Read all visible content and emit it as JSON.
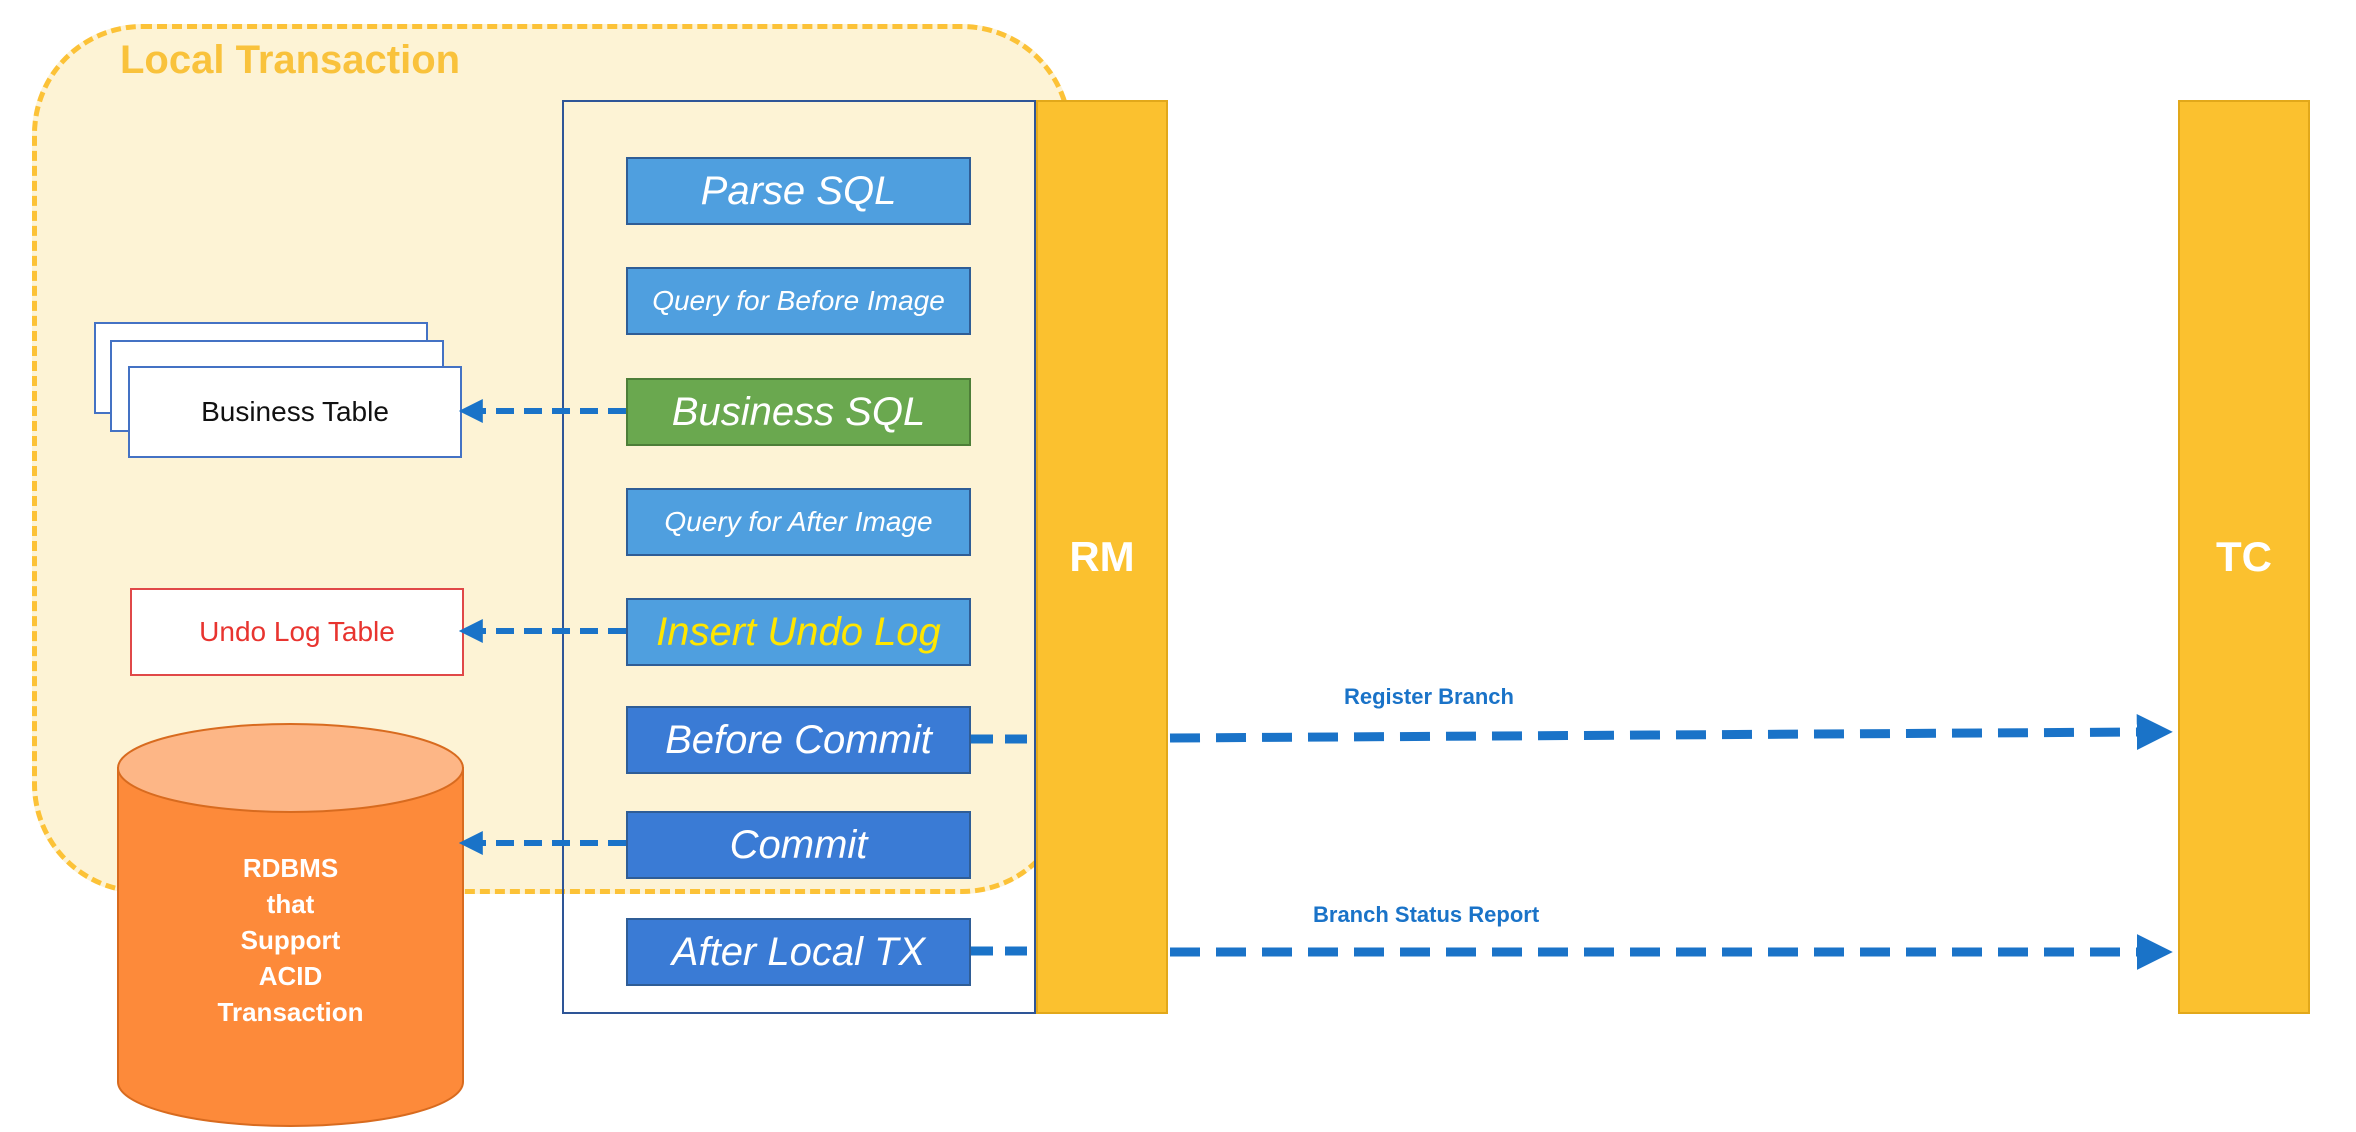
{
  "region": {
    "title": "Local Transaction",
    "border_color": "#fcc237",
    "fill_color": "#fdf3d5"
  },
  "steps": [
    {
      "label": "Parse SQL",
      "style": "light-blue"
    },
    {
      "label": "Query for Before Image",
      "style": "light-blue"
    },
    {
      "label": "Business SQL",
      "style": "green"
    },
    {
      "label": "Query for After Image",
      "style": "light-blue"
    },
    {
      "label": "Insert Undo Log",
      "style": "light-blue"
    },
    {
      "label": "Before Commit",
      "style": "dark-blue"
    },
    {
      "label": "Commit",
      "style": "dark-blue"
    },
    {
      "label": "After Local TX",
      "style": "dark-blue"
    }
  ],
  "actors": {
    "rm": "RM",
    "tc": "TC"
  },
  "tables": {
    "business": "Business Table",
    "undo_log": "Undo Log Table"
  },
  "database": {
    "lines": [
      "RDBMS",
      "that",
      "Support",
      "ACID",
      "Transaction"
    ],
    "color": "#fd8a3a"
  },
  "messages": {
    "register_branch": "Register Branch",
    "branch_status_report": "Branch Status Report"
  },
  "colors": {
    "actor": "#fbc12f",
    "arrow": "#1a73c8",
    "step_light": "#4f9fdf",
    "step_dark": "#3a7bd5",
    "step_green": "#6aa84f"
  }
}
